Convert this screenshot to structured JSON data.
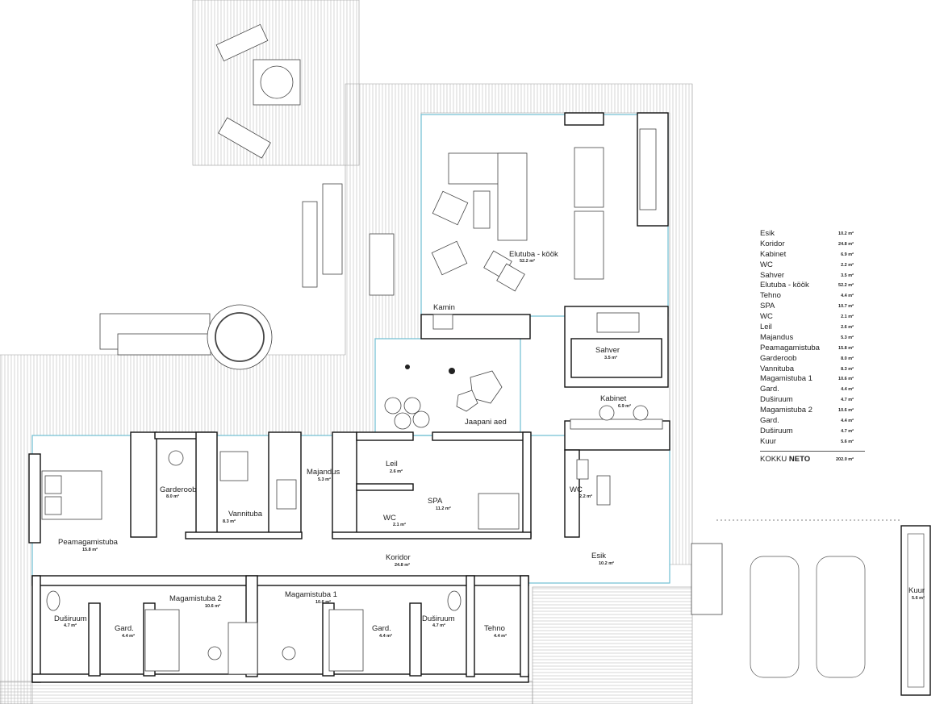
{
  "rooms": [
    {
      "id": "esik",
      "name": "Esik",
      "area": "10.2 m²"
    },
    {
      "id": "koridor",
      "name": "Koridor",
      "area": "24.8 m²"
    },
    {
      "id": "kabinet",
      "name": "Kabinet",
      "area": "6.9 m²"
    },
    {
      "id": "wc1",
      "name": "WC",
      "area": "2.2 m²"
    },
    {
      "id": "sahver",
      "name": "Sahver",
      "area": "3.5 m²"
    },
    {
      "id": "elutuba",
      "name": "Elutuba - köök",
      "area": "52.2 m²"
    },
    {
      "id": "tehno",
      "name": "Tehno",
      "area": "4.4 m²"
    },
    {
      "id": "spa",
      "name": "SPA",
      "area": "11.2 m²"
    },
    {
      "id": "wc2",
      "name": "WC",
      "area": "2.1 m²"
    },
    {
      "id": "leil",
      "name": "Leil",
      "area": "2.6 m²"
    },
    {
      "id": "majandus",
      "name": "Majandus",
      "area": "5.3 m²"
    },
    {
      "id": "peamagamistuba",
      "name": "Peamagamistuba",
      "area": "15.8 m²"
    },
    {
      "id": "garderoob",
      "name": "Garderoob",
      "area": "8.0 m²"
    },
    {
      "id": "vannituba",
      "name": "Vannituba",
      "area": "8.3 m²"
    },
    {
      "id": "magamistuba1",
      "name": "Magamistuba 1",
      "area": "10.6 m²"
    },
    {
      "id": "gard1",
      "name": "Gard.",
      "area": "4.4 m²"
    },
    {
      "id": "dusiruum1",
      "name": "Duširuum",
      "area": "4.7 m²"
    },
    {
      "id": "magamistuba2",
      "name": "Magamistuba 2",
      "area": "10.6 m²"
    },
    {
      "id": "gard2",
      "name": "Gard.",
      "area": "4.4 m²"
    },
    {
      "id": "dusiruum2",
      "name": "Duširuum",
      "area": "4.7 m²"
    },
    {
      "id": "kuur",
      "name": "Kuur",
      "area": "5.6 m²"
    }
  ],
  "legend": [
    {
      "name": "Esik",
      "value": "10.2 m²"
    },
    {
      "name": "Koridor",
      "value": "24.8 m²"
    },
    {
      "name": "Kabinet",
      "value": "6.9 m²"
    },
    {
      "name": "WC",
      "value": "2.2 m²"
    },
    {
      "name": "Sahver",
      "value": "3.5 m²"
    },
    {
      "name": "Elutuba - köök",
      "value": "52.2 m²"
    },
    {
      "name": "Tehno",
      "value": "4.4 m²"
    },
    {
      "name": "SPA",
      "value": "10.7 m²"
    },
    {
      "name": "WC",
      "value": "2.1 m²"
    },
    {
      "name": "Leil",
      "value": "2.6 m²"
    },
    {
      "name": "Majandus",
      "value": "5.3 m²"
    },
    {
      "name": "Peamagamistuba",
      "value": "15.8 m²"
    },
    {
      "name": "Garderoob",
      "value": "8.0 m²"
    },
    {
      "name": "Vannituba",
      "value": "8.3 m²"
    },
    {
      "name": "Magamistuba 1",
      "value": "10.6 m²"
    },
    {
      "name": "Gard.",
      "value": "4.4 m²"
    },
    {
      "name": "Duširuum",
      "value": "4.7 m²"
    },
    {
      "name": "Magamistuba 2",
      "value": "10.6 m²"
    },
    {
      "name": "Gard.",
      "value": "4.4 m²"
    },
    {
      "name": "Duširuum",
      "value": "4.7 m²"
    },
    {
      "name": "Kuur",
      "value": "5.6 m²"
    }
  ],
  "total": {
    "prefix": "KOKKU",
    "emphasis": "NETO",
    "value": "202.0 m²"
  },
  "features": {
    "kamin": "Kamin",
    "jaapani_aed": "Jaapani aed"
  },
  "colors": {
    "walls": "#111111",
    "glazing": "#6fbfd3",
    "decking": "#999999"
  }
}
